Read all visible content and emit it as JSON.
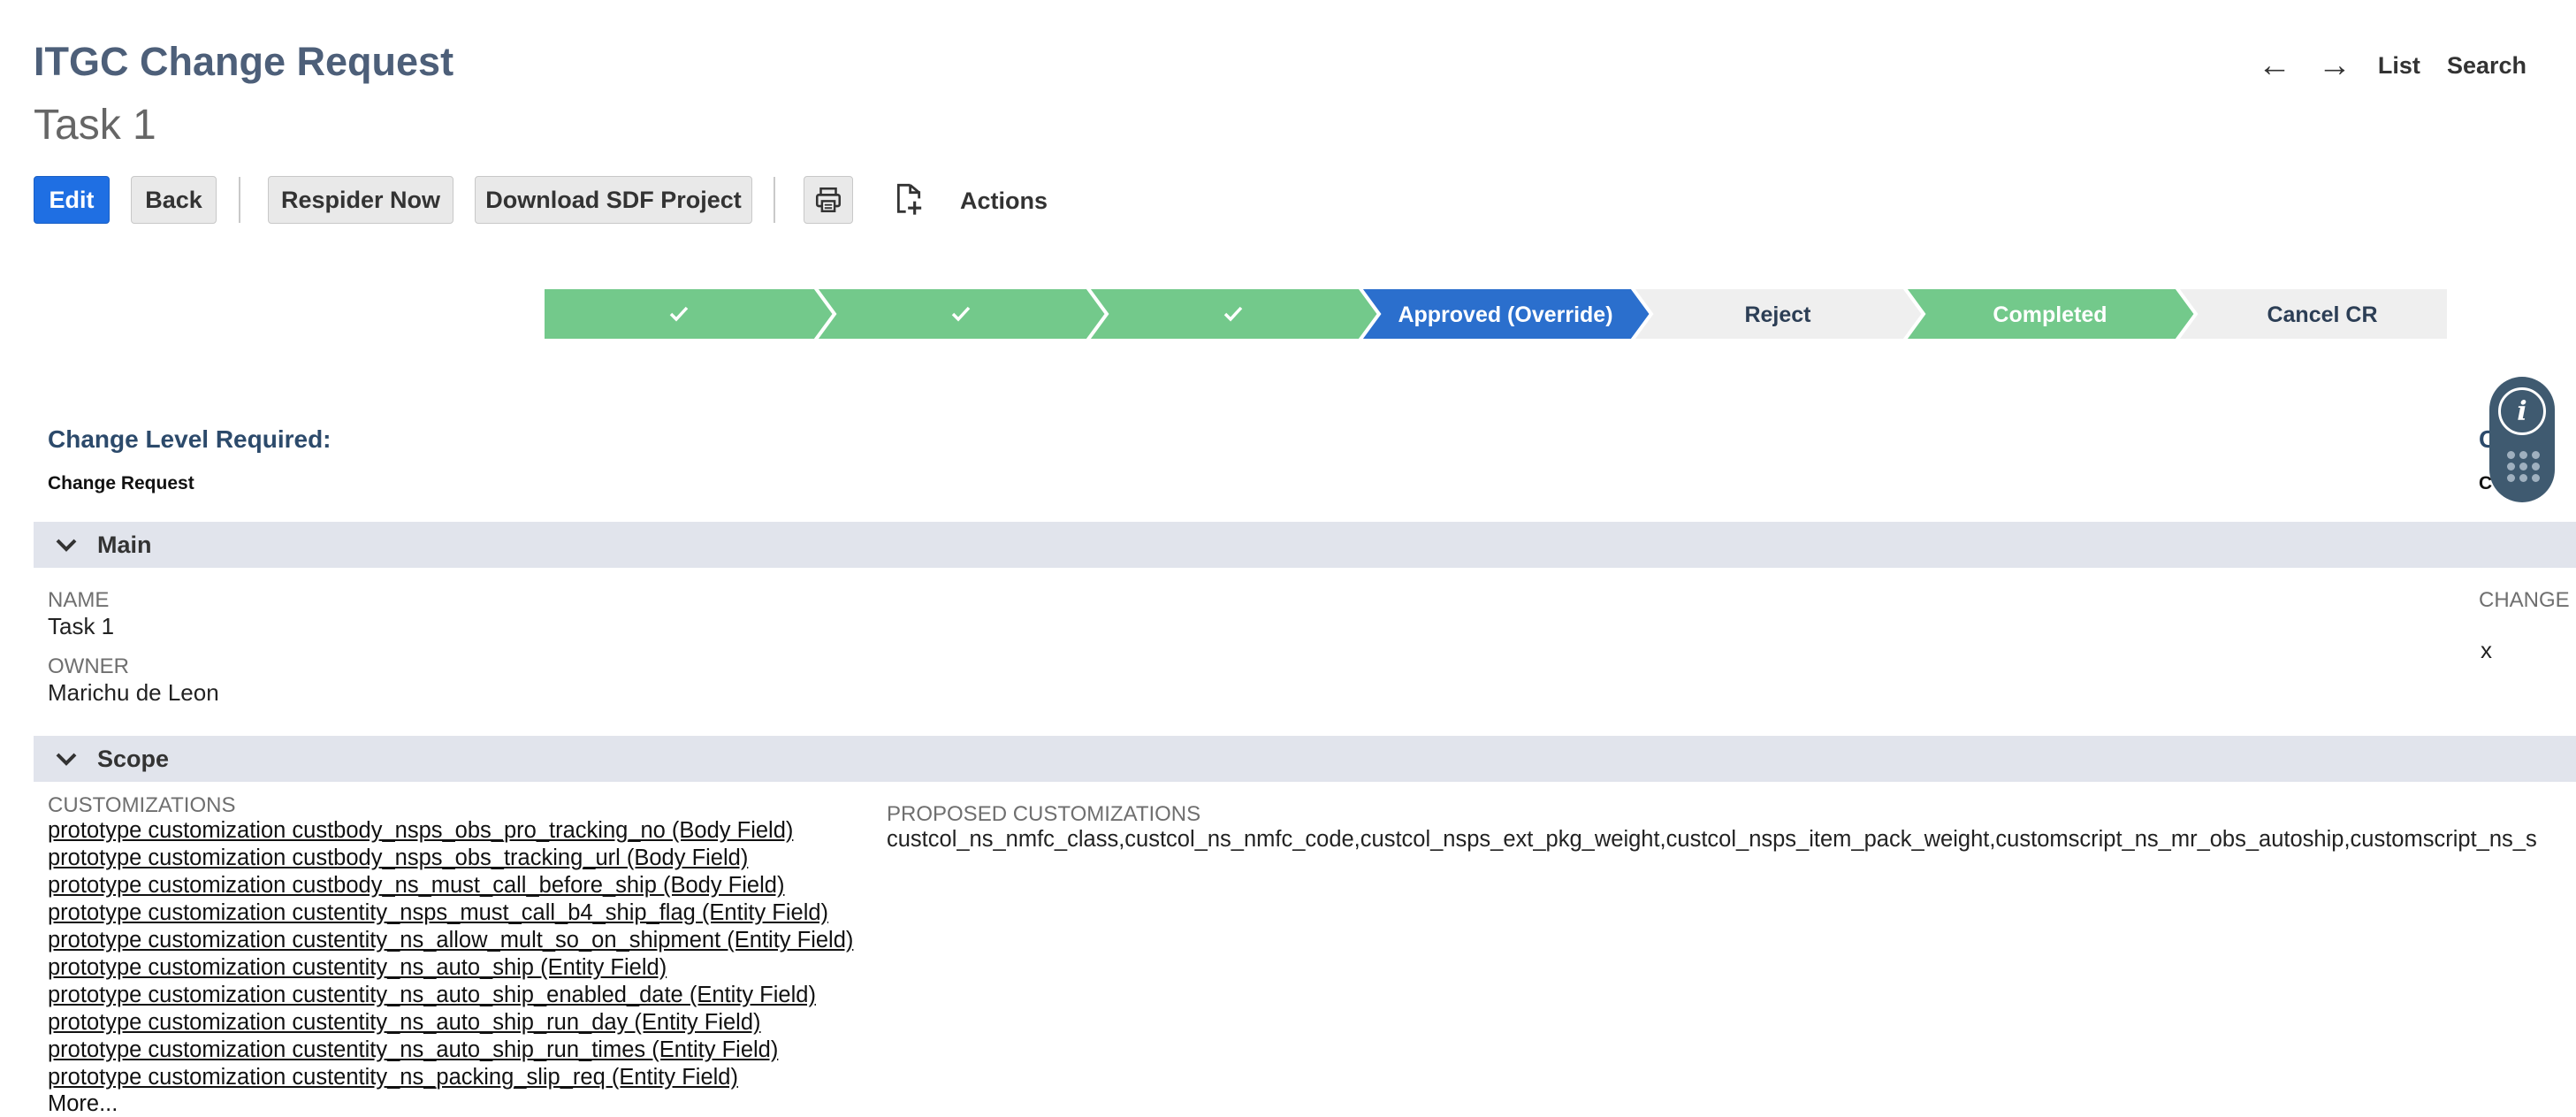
{
  "header": {
    "record_type": "ITGC Change Request",
    "record_name": "Task 1",
    "nav": {
      "prev_icon": "arrow-left-icon",
      "next_icon": "arrow-right-icon",
      "list_label": "List",
      "search_label": "Search"
    }
  },
  "toolbar": {
    "edit_label": "Edit",
    "back_label": "Back",
    "respider_label": "Respider Now",
    "download_label": "Download SDF Project",
    "print_icon": "printer-icon",
    "add_file_icon": "add-file-icon",
    "actions_label": "Actions"
  },
  "colors": {
    "primary": "#1f6fe3",
    "stage_done": "#73c98b",
    "stage_current": "#2b6fcd",
    "stage_pending": "#efefef",
    "section_bar": "#e1e4ec"
  },
  "stages": [
    {
      "label": "",
      "icon": "checkmark-icon",
      "status": "done"
    },
    {
      "label": "",
      "icon": "checkmark-icon",
      "status": "done"
    },
    {
      "label": "",
      "icon": "checkmark-icon",
      "status": "done"
    },
    {
      "label": "Approved (Override)",
      "status": "current"
    },
    {
      "label": "Reject",
      "status": "pending"
    },
    {
      "label": "Completed",
      "status": "done"
    },
    {
      "label": "Cancel CR",
      "status": "pending"
    }
  ],
  "summary": {
    "change_level_label": "Change Level Required:",
    "change_level_value": "Change Request",
    "right_label_partial": "C",
    "right_value_partial": "C"
  },
  "main": {
    "title": "Main",
    "name_label": "NAME",
    "name_value": "Task 1",
    "owner_label": "OWNER",
    "owner_value": "Marichu de Leon",
    "change_label_partial": "CHANGE",
    "change_value": "x"
  },
  "scope": {
    "title": "Scope",
    "customizations_label": "CUSTOMIZATIONS",
    "customizations": [
      "prototype customization custbody_nsps_obs_pro_tracking_no (Body Field)",
      "prototype customization custbody_nsps_obs_tracking_url (Body Field)",
      "prototype customization custbody_ns_must_call_before_ship (Body Field)",
      "prototype customization custentity_nsps_must_call_b4_ship_flag (Entity Field)",
      "prototype customization custentity_ns_allow_mult_so_on_shipment (Entity Field)",
      "prototype customization custentity_ns_auto_ship (Entity Field)",
      "prototype customization custentity_ns_auto_ship_enabled_date (Entity Field)",
      "prototype customization custentity_ns_auto_ship_run_day (Entity Field)",
      "prototype customization custentity_ns_auto_ship_run_times (Entity Field)",
      "prototype customization custentity_ns_packing_slip_req (Entity Field)"
    ],
    "more_label": "More...",
    "proposed_label": "PROPOSED CUSTOMIZATIONS",
    "proposed_value": "custcol_ns_nmfc_class,custcol_ns_nmfc_code,custcol_nsps_ext_pkg_weight,custcol_nsps_item_pack_weight,customscript_ns_mr_obs_autoship,customscript_ns_s"
  },
  "widget": {
    "info_icon": "info-icon",
    "menu_icon": "dots-grid-icon"
  }
}
